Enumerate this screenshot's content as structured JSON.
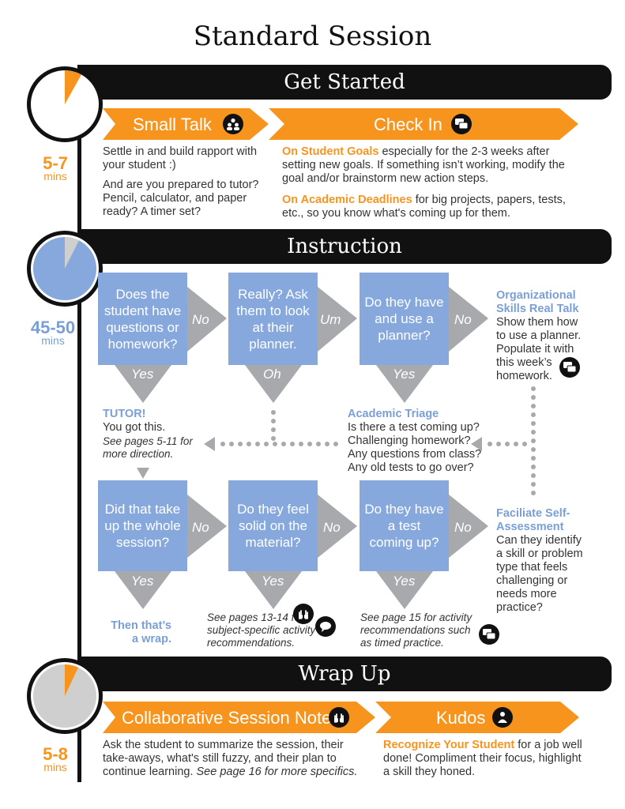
{
  "title": "Standard Session",
  "sections": {
    "get_started": {
      "heading": "Get Started",
      "minutes": "5-7",
      "unit": "mins",
      "small_talk": {
        "label": "Small Talk",
        "text1": "Settle in and build rapport with your student :)",
        "text2": "And are you prepared to tutor? Pencil, calculator, and paper ready? A timer set?"
      },
      "check_in": {
        "label": "Check In",
        "goals_lead": "On Student Goals",
        "goals_text": " especially for the 2-3 weeks after setting new goals.  If something isn’t working, modify the goal and/or brainstorm new action steps.",
        "deadlines_lead": "On Academic Deadlines",
        "deadlines_text": " for big projects, papers, tests, etc., so you know what's coming up for them."
      }
    },
    "instruction": {
      "heading": "Instruction",
      "minutes": "45-50",
      "unit": "mins",
      "q1": "Does the student have questions or homework?",
      "q2": "Really? Ask them to look at their planner.",
      "q3": "Do they have and use a planner?",
      "q4": "Did that take up the whole session?",
      "q5": "Do they feel solid on the material?",
      "q6": "Do  they have a test coming up?",
      "no": "No",
      "um": "Um",
      "yes": "Yes",
      "oh": "Oh",
      "org_title": "Organizational Skills Real Talk",
      "org_text": "Show them how to use a planner. Populate it with this week’s homework.",
      "tutor_title": "TUTOR!",
      "tutor_text": "You got this.",
      "tutor_note": "See pages 5-11 for more direction.",
      "triage_title": "Academic Triage",
      "triage_text": "Is there a test coming up? Challenging homework? Any questions from class? Any old tests to go over?",
      "self_title": "Faciliate Self-Assessment",
      "self_text": "Can they identify a skill or problem type that feels challenging or needs more practice?",
      "wrap_text": "Then that’s a wrap.",
      "note1": "See pages 13-14 for subject-specific activity recommendations.",
      "note2": "See page 15 for activity recommendations such as timed practice."
    },
    "wrap_up": {
      "heading": "Wrap Up",
      "minutes": "5-8",
      "unit": "mins",
      "collab": {
        "label": "Collaborative Session Note",
        "text": "Ask the student to summarize the session, their take-aways, what's still fuzzy, and their plan to continue learning. ",
        "note": "See page 16 for more specifics."
      },
      "kudos": {
        "label": "Kudos",
        "lead": "Recognize Your Student",
        "text": " for a job well done! Compliment their focus, highlight a skill they honed."
      }
    }
  },
  "colors": {
    "orange": "#f7941d",
    "blue": "#86a8dc",
    "gray": "#aaaaaa",
    "black": "#111111"
  },
  "icons": [
    "people-icon",
    "chat-icon",
    "hands-icon",
    "person-icon"
  ]
}
